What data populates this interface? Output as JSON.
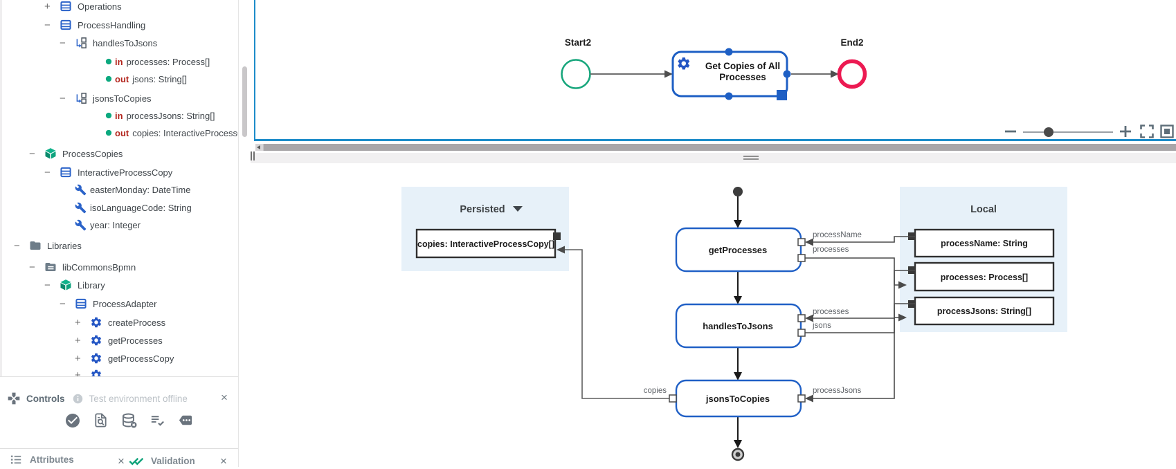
{
  "colors": {
    "focus_border_blue": "#1d8cc9",
    "activity_blue": "#2060c6",
    "tree_blue": "#2b63c9",
    "gear_blue": "#2456c4",
    "package_teal": "#0fa37e",
    "start_green": "#17a67c",
    "end_red": "#ec1a52",
    "param_red": "#b3261e",
    "panel_light_blue": "#e7f1f9",
    "ui_gray": "#6a737d",
    "edge_label_gray": "#5f6368"
  },
  "sidebar": {
    "tree": {
      "items": [
        {
          "toggle": "+",
          "icon": "class",
          "label": "Operations",
          "indent": 2
        },
        {
          "toggle": "−",
          "icon": "class",
          "label": "ProcessHandling",
          "indent": 2
        },
        {
          "toggle": "−",
          "icon": "operation-map",
          "label": "handlesToJsons",
          "indent": 3
        },
        {
          "icon": "param",
          "prefix": "in",
          "label": "processes: Process[]",
          "indent": 5
        },
        {
          "icon": "param",
          "prefix": "out",
          "label": "jsons: String[]",
          "indent": 5
        },
        {
          "toggle": "−",
          "icon": "operation-map",
          "label": "jsonsToCopies",
          "indent": 3
        },
        {
          "icon": "param",
          "prefix": "in",
          "label": "processJsons: String[]",
          "indent": 5
        },
        {
          "icon": "param",
          "prefix": "out",
          "label": "copies: InteractiveProcessC",
          "indent": 5
        },
        {
          "toggle": "−",
          "icon": "package",
          "label": "ProcessCopies",
          "indent": 1
        },
        {
          "toggle": "−",
          "icon": "class",
          "label": "InteractiveProcessCopy",
          "indent": 2
        },
        {
          "icon": "attribute",
          "label": "easterMonday: DateTime",
          "indent": 3
        },
        {
          "icon": "attribute",
          "label": "isoLanguageCode: String",
          "indent": 3
        },
        {
          "icon": "attribute",
          "label": "year: Integer",
          "indent": 3
        },
        {
          "toggle": "−",
          "icon": "folder",
          "label": "Libraries",
          "indent": 0
        },
        {
          "toggle": "−",
          "icon": "folder-lib",
          "label": "libCommonsBpmn",
          "indent": 1
        },
        {
          "toggle": "−",
          "icon": "package",
          "label": "Library",
          "indent": 2
        },
        {
          "toggle": "−",
          "icon": "class",
          "label": "ProcessAdapter",
          "indent": 3
        },
        {
          "toggle": "+",
          "icon": "gear",
          "label": "createProcess",
          "indent": 4
        },
        {
          "toggle": "+",
          "icon": "gear",
          "label": "getProcesses",
          "indent": 4
        },
        {
          "toggle": "+",
          "icon": "gear",
          "label": "getProcessCopy",
          "indent": 4
        },
        {
          "toggle": "+",
          "icon": "gear",
          "label": "",
          "indent": 4
        }
      ]
    },
    "controls": {
      "title": "Controls",
      "status": "Test environment offline",
      "close_label": "×",
      "icons": [
        "check-circle",
        "document-search",
        "database-clear",
        "list-check",
        "more-tag"
      ]
    },
    "tabs": {
      "attributes_label": "Attributes",
      "attributes_close": "×",
      "validation_label": "Validation",
      "validation_close": "×"
    }
  },
  "top_diagram": {
    "start_label": "Start2",
    "activity": {
      "line1": "Get Copies of All",
      "line2": "Processes"
    },
    "end_label": "End2"
  },
  "zoom_bar": {
    "icons": [
      "zoom-out",
      "zoom-slider",
      "zoom-in",
      "fullscreen",
      "overview"
    ]
  },
  "bottom_diagram": {
    "persisted": {
      "title": "Persisted",
      "variable": "copies: InteractiveProcessCopy[]"
    },
    "local": {
      "title": "Local",
      "variables": [
        "processName: String",
        "processes: Process[]",
        "processJsons: String[]"
      ]
    },
    "activities": [
      "getProcesses",
      "handlesToJsons",
      "jsonsToCopies"
    ],
    "edge_labels": {
      "processName": "processName",
      "processes_out": "processes",
      "processes_in": "processes",
      "jsons": "jsons",
      "copies": "copies",
      "processJsons": "processJsons"
    }
  }
}
